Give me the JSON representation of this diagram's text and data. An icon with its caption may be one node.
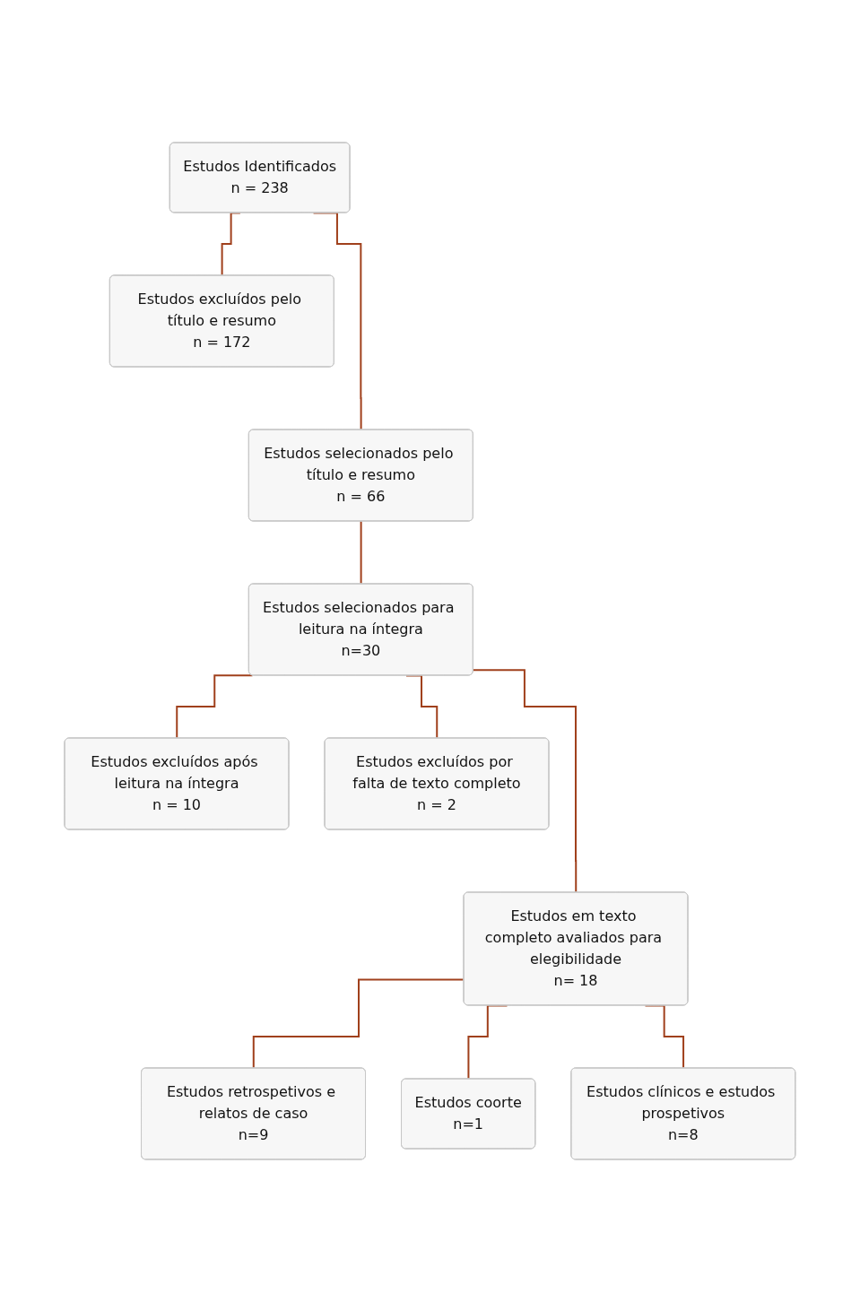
{
  "diagram": {
    "nodes": [
      {
        "text": [
          "Estudos Identificados",
          "n = 238"
        ]
      },
      {
        "text": [
          "Estudos excluídos pelo título e resumo",
          "n = 172"
        ]
      },
      {
        "text": [
          "Estudos selecionados pelo título e resumo",
          "n = 66"
        ]
      },
      {
        "text": [
          "Estudos selecionados para leitura na íntegra",
          "n=30"
        ]
      },
      {
        "text": [
          "Estudos excluídos após leitura na íntegra",
          "n = 10"
        ]
      },
      {
        "text": [
          "Estudos excluídos por falta de texto completo",
          "n = 2"
        ]
      },
      {
        "text": [
          "Estudos em texto completo avaliados para elegibilidade",
          "n= 18"
        ]
      },
      {
        "text": [
          "Estudos retrospetivos e relatos de caso",
          "n=9"
        ]
      },
      {
        "text": [
          "Estudos coorte",
          "n=1"
        ]
      },
      {
        "text": [
          "Estudos clínicos e estudos prospetivos",
          "n=8"
        ]
      }
    ],
    "edges": [
      {
        "from": 0,
        "to": 1,
        "arrow": "none"
      },
      {
        "from": 0,
        "to": 2,
        "arrow": "none"
      },
      {
        "from": 2,
        "to": 3,
        "arrow": "none"
      },
      {
        "from": 3,
        "to": 4,
        "arrow": "none"
      },
      {
        "from": 3,
        "to": 5,
        "arrow": "none"
      },
      {
        "from": 3,
        "to": 6,
        "arrow": "none"
      },
      {
        "from": 6,
        "to": 7,
        "arrow": "none"
      },
      {
        "from": 6,
        "to": 8,
        "arrow": "none"
      },
      {
        "from": 6,
        "to": 9,
        "arrow": "none"
      }
    ]
  }
}
